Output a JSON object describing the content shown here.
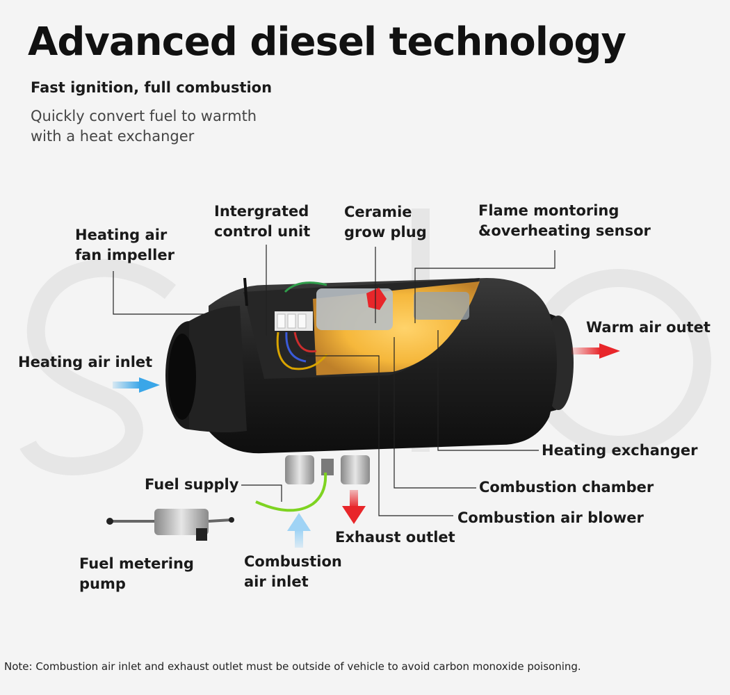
{
  "header": {
    "title": "Advanced diesel technology",
    "subtitle": "Fast ignition, full combustion",
    "description_line1": "Quickly convert fuel to warmth",
    "description_line2": "with a heat exchanger"
  },
  "labels": {
    "fan_impeller": {
      "line1": "Heating air",
      "line2": "fan impeller"
    },
    "control_unit": {
      "line1": "Intergrated",
      "line2": "control unit"
    },
    "glow_plug": {
      "line1": "Ceramie",
      "line2": "grow plug"
    },
    "flame_sensor": {
      "line1": "Flame montoring",
      "line2": "&overheating sensor"
    },
    "air_inlet": "Heating air inlet",
    "warm_outlet": "Warm air outet",
    "heat_exchanger": "Heating exchanger",
    "combustion_chamber": "Combustion chamber",
    "air_blower": "Combustion air blower",
    "exhaust_outlet": "Exhaust outlet",
    "fuel_supply": "Fuel supply",
    "combustion_inlet": {
      "line1": "Combustion",
      "line2": "air inlet"
    },
    "metering_pump": {
      "line1": "Fuel metering",
      "line2": "pump"
    }
  },
  "footer": {
    "note": "Note: Combustion air inlet and exhaust outlet must be outside of vehicle to avoid carbon monoxide poisoning."
  },
  "colors": {
    "background": "#f4f4f4",
    "heater_body": "#1c1c1c",
    "inlet_arrow": "#3aa6e8",
    "outlet_arrow": "#e8262a",
    "fuel_line": "#7ed321",
    "flame_glow": "#f5b73b"
  }
}
